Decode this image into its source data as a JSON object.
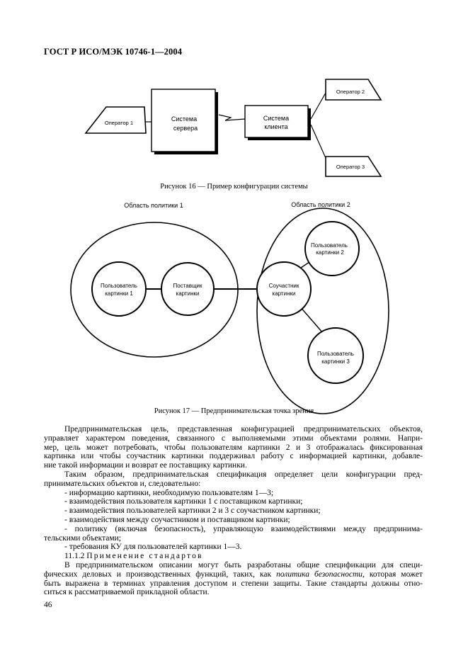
{
  "header": {
    "standard": "ГОСТ Р ИСО/МЭК 10746-1—2004"
  },
  "figure16": {
    "operator1": "Оператор 1",
    "operator2": "Оператор 2",
    "operator3": "Оператор 3",
    "server_l1": "Система",
    "server_l2": "сервера",
    "client_l1": "Система",
    "client_l2": "клиента",
    "caption": "Рисунок 16 — Пример конфигурации системы"
  },
  "figure17": {
    "domain1_title": "Область политики 1",
    "domain2_title": "Область политики 2",
    "user1_l1": "Пользователь",
    "user1_l2": "картинки 1",
    "supplier_l1": "Поставщик",
    "supplier_l2": "картинки",
    "participant_l1": "Соучастник",
    "participant_l2": "картинки",
    "user2_l1": "Пользователь",
    "user2_l2": "картинки 2",
    "user3_l1": "Пользователь",
    "user3_l2": "картинки 3",
    "caption": "Рисунок 17 — Предпринимательская точка зрения"
  },
  "body": {
    "p1_l1": "Предпринимательская цель, представленная конфигурацией предпринимательских объектов,",
    "p1_l2": "управляет характером поведения, связанного с выполняемыми этими объектами ролями. Напри-",
    "p1_l3": "мер, цель может потребовать, чтобы пользователям картинки 2 и 3 отображалась фиксированная",
    "p1_l4": "картинка или чтобы соучастник картинки поддерживал работу с информацией картинки, добавле-",
    "p1_l5": "ние такой информации и возврат ее поставщику картинки.",
    "p2_l1": "Таким образом, предпринимательская спецификация определяет цели конфигурации пред-",
    "p2_l2": "принимательских объектов и, следовательно:",
    "li1": "- информацию картинки, необходимую пользователям 1—3;",
    "li2": "- взаимодействия пользователя картинки 1 с поставщиком картинки;",
    "li3": "- взаимодействия пользователей картинки 2 и 3 с соучастником картинки;",
    "li4": "- взаимодействия между соучастником и поставщиком картинки;",
    "li5_l1": "- политику (включая безопасность), управляющую взаимодействиями между предпринима-",
    "li5_l2": "тельскими объектами;",
    "li6": "- требования КУ для пользователей картинки 1—3.",
    "section_num": "11.1.2",
    "section_title": "Применение стандартов",
    "p3_l1": "В предпринимательском описании могут быть разработаны общие спецификации для специ-",
    "p3_l2a": "фических деловых и производственных функций, таких, как ",
    "p3_l2_italic": "политика безопасности,",
    "p3_l2b": " которая может",
    "p3_l3": "быть выражена в терминах управления доступом и степени защиты. Такие стандарты должны отно-",
    "p3_l4": "ситься к рассматриваемой прикладной области."
  },
  "page_number": "46"
}
